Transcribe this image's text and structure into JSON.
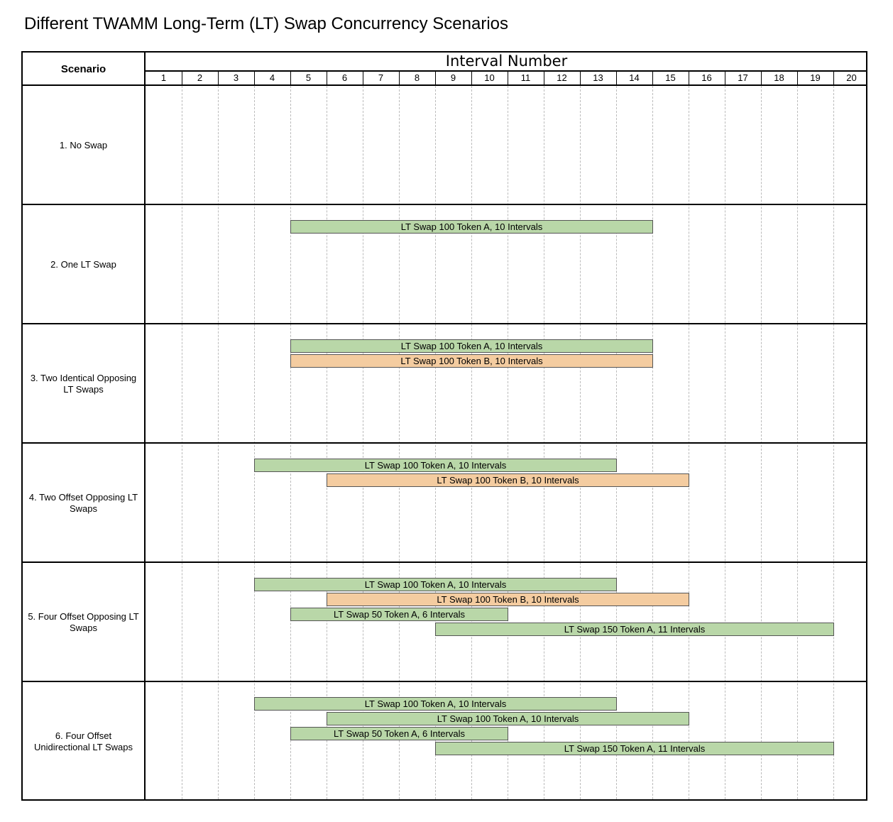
{
  "title": "Different TWAMM Long-Term (LT) Swap Concurrency Scenarios",
  "table": {
    "scenario_header": "Scenario",
    "interval_header": "Interval Number",
    "intervals": [
      "1",
      "2",
      "3",
      "4",
      "5",
      "6",
      "7",
      "8",
      "9",
      "10",
      "11",
      "12",
      "13",
      "14",
      "15",
      "16",
      "17",
      "18",
      "19",
      "20"
    ]
  },
  "colors": {
    "token_a": "#b9d7a8",
    "token_b": "#f4cca0",
    "border": "#000000",
    "grid": "#bbbbbb"
  },
  "scenarios": [
    {
      "label": "1. No Swap",
      "swaps": []
    },
    {
      "label": "2. One LT Swap",
      "swaps": [
        {
          "label": "LT Swap 100 Token A, 10 Intervals",
          "token": "A",
          "start": 5,
          "end": 15
        }
      ]
    },
    {
      "label": "3. Two Identical Opposing LT Swaps",
      "swaps": [
        {
          "label": "LT Swap 100 Token A, 10 Intervals",
          "token": "A",
          "start": 5,
          "end": 15
        },
        {
          "label": "LT Swap 100 Token B, 10 Intervals",
          "token": "B",
          "start": 5,
          "end": 15
        }
      ]
    },
    {
      "label": "4. Two Offset Opposing LT Swaps",
      "swaps": [
        {
          "label": "LT Swap 100 Token A, 10 Intervals",
          "token": "A",
          "start": 4,
          "end": 14
        },
        {
          "label": "LT Swap 100 Token B, 10 Intervals",
          "token": "B",
          "start": 6,
          "end": 16
        }
      ]
    },
    {
      "label": "5. Four Offset Opposing LT Swaps",
      "swaps": [
        {
          "label": "LT Swap 100 Token A, 10 Intervals",
          "token": "A",
          "start": 4,
          "end": 14
        },
        {
          "label": "LT Swap 100 Token B, 10 Intervals",
          "token": "B",
          "start": 6,
          "end": 16
        },
        {
          "label": "LT Swap 50 Token A, 6 Intervals",
          "token": "A",
          "start": 5,
          "end": 11
        },
        {
          "label": "LT Swap 150 Token A, 11 Intervals",
          "token": "A",
          "start": 9,
          "end": 20
        }
      ]
    },
    {
      "label": "6. Four Offset Unidirectional LT Swaps",
      "swaps": [
        {
          "label": "LT Swap 100 Token A, 10 Intervals",
          "token": "A",
          "start": 4,
          "end": 14
        },
        {
          "label": "LT Swap 100 Token A, 10 Intervals",
          "token": "A",
          "start": 6,
          "end": 16
        },
        {
          "label": "LT Swap 50 Token A, 6 Intervals",
          "token": "A",
          "start": 5,
          "end": 11
        },
        {
          "label": "LT Swap 150 Token A, 11 Intervals",
          "token": "A",
          "start": 9,
          "end": 20
        }
      ]
    }
  ]
}
